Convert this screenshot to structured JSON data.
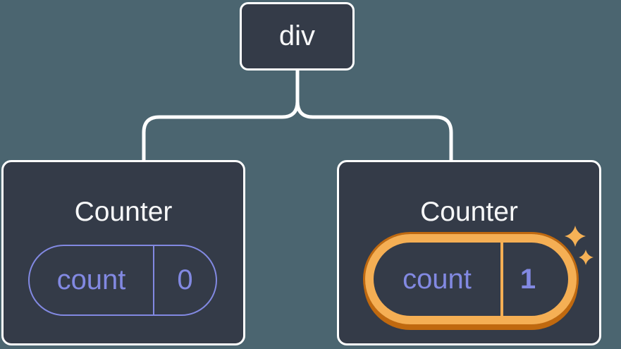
{
  "colors": {
    "background": "#4B6570",
    "node_fill": "#343B48",
    "node_border": "#FFFFFF",
    "connector": "#FFFFFF",
    "state_purple": "#8289E2",
    "highlight_orange": "#F5AF54",
    "highlight_orange_dark": "#C0690F",
    "title_text": "#F7F8F9"
  },
  "tree": {
    "root": {
      "label": "div"
    },
    "children": [
      {
        "title": "Counter",
        "state": {
          "name": "count",
          "value": "0"
        },
        "highlighted": false
      },
      {
        "title": "Counter",
        "state": {
          "name": "count",
          "value": "1"
        },
        "highlighted": true,
        "icon": "sparkles-icon"
      }
    ]
  }
}
